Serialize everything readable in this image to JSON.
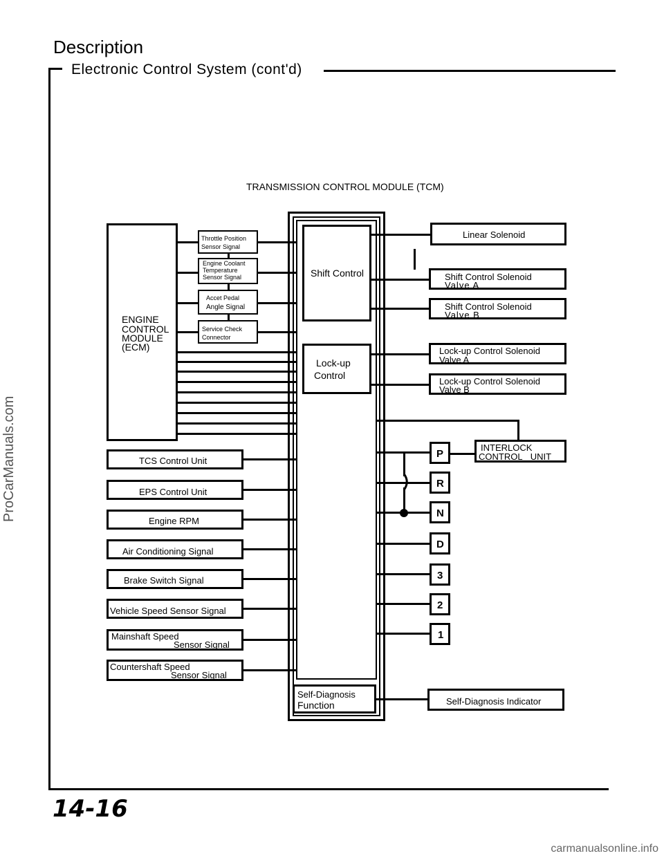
{
  "header": {
    "title": "Description",
    "subtitle": "Electronic Control System (cont'd)"
  },
  "diagram": {
    "tcm_label": "TRANSMISSION CONTROL MODULE (TCM)",
    "ecm_label": [
      "ENGINE",
      "CONTROL",
      "MODULE",
      "(ECM)"
    ],
    "ecm_signals": [
      [
        "Throttle Position",
        "Sensor Signal"
      ],
      [
        "Engine Coolant",
        "Temperature",
        "Sensor Signal"
      ],
      [
        "Accet Pedal",
        "Angle Signal"
      ],
      [
        "Service Check",
        "Connector"
      ]
    ],
    "inputs": [
      "TCS Control Unit",
      "EPS Control Unit",
      "Engine RPM",
      "Air Conditioning Signal",
      "Brake Switch Signal",
      "Vehicle Speed Sensor Signal",
      [
        "Mainshaft Speed",
        "Sensor Signal"
      ],
      [
        "Countershaft Speed",
        "Sensor Signal"
      ]
    ],
    "tcm_functions": {
      "shift": "Shift Control",
      "lockup": [
        "Lock-up",
        "Control"
      ],
      "selfdiag": [
        "Self-Diagnosis",
        "Function"
      ]
    },
    "outputs": [
      [
        "Linear Solenoid"
      ],
      [
        "Shift Control Solenoid",
        "Valve A"
      ],
      [
        "Shift Control Solenoid",
        "Valve B"
      ],
      [
        "Lock-up Control Solenoid",
        "Valve A"
      ],
      [
        "Lock-up Control Solenoid",
        "Valve B"
      ]
    ],
    "interlock": [
      "INTERLOCK",
      "CONTROL UNIT"
    ],
    "gear_positions": [
      "P",
      "R",
      "N",
      "D",
      "3",
      "2",
      "1"
    ],
    "self_diag_indicator": "Self-Diagnosis Indicator"
  },
  "footer": {
    "page_number": "14-16",
    "watermark": "ProCarManuals.com",
    "site": "carmanualsonline.info"
  }
}
